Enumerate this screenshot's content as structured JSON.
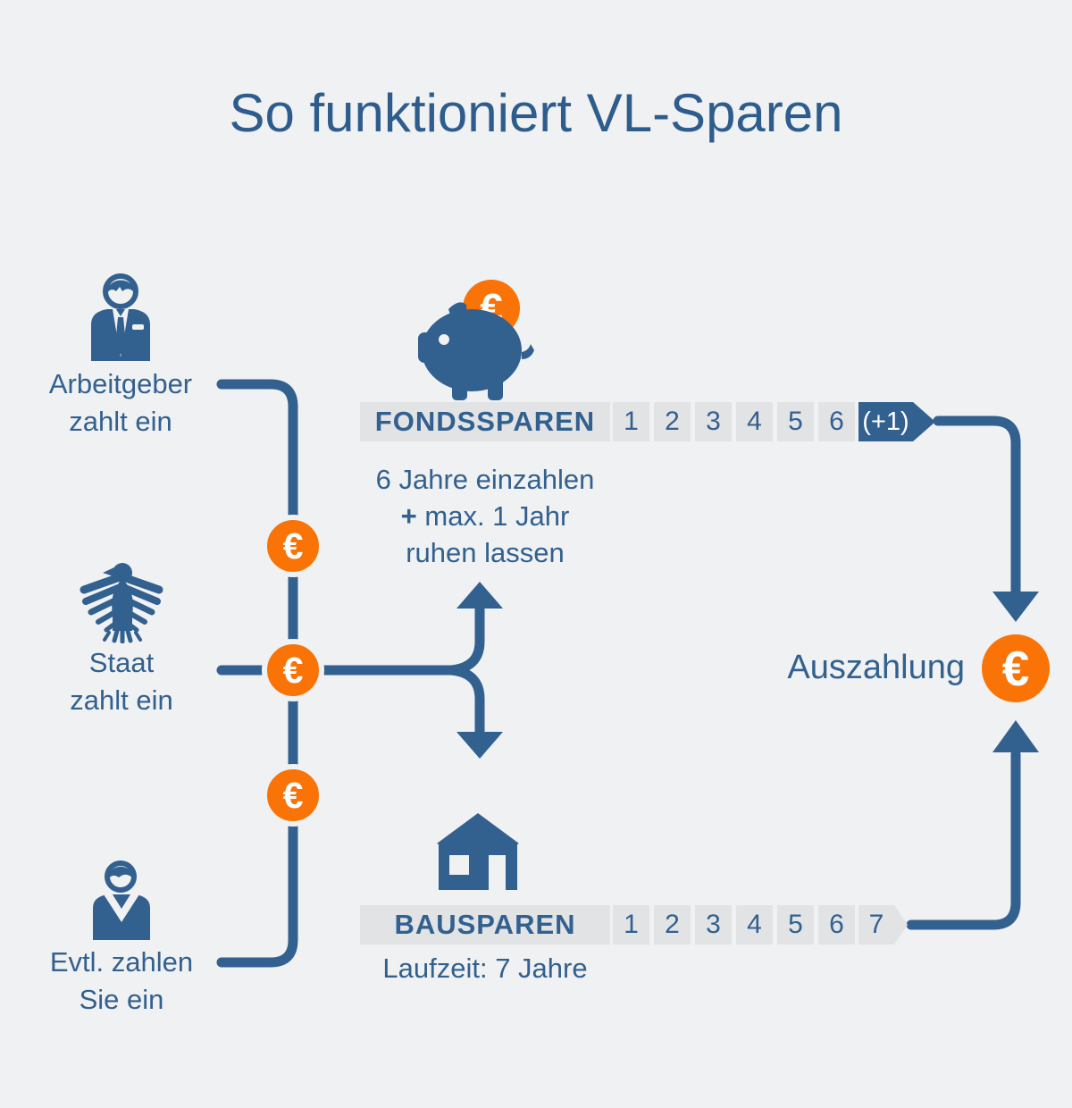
{
  "title": "So funktioniert VL-Sparen",
  "euro": "€",
  "colors": {
    "blue": "#32608F",
    "orange": "#F97306",
    "chip_gray": "#E2E3E5",
    "background": "#F0F1F2"
  },
  "contributors": {
    "employer": {
      "line1": "Arbeitgeber",
      "line2": "zahlt ein"
    },
    "state": {
      "line1": "Staat",
      "line2": "zahlt ein"
    },
    "you": {
      "line1": "Evtl. zahlen",
      "line2": "Sie ein"
    }
  },
  "fondssparen": {
    "label": "FONDSSPAREN",
    "years": [
      "1",
      "2",
      "3",
      "4",
      "5",
      "6"
    ],
    "extra_year": "(+1)",
    "desc_line1": "6 Jahre einzahlen",
    "desc_plus": "+",
    "desc_line2": " max. 1 Jahr",
    "desc_line3": "ruhen lassen"
  },
  "bausparen": {
    "label": "BAUSPAREN",
    "years": [
      "1",
      "2",
      "3",
      "4",
      "5",
      "6",
      "7"
    ],
    "desc": "Laufzeit: 7 Jahre"
  },
  "payout": {
    "label": "Auszahlung"
  }
}
